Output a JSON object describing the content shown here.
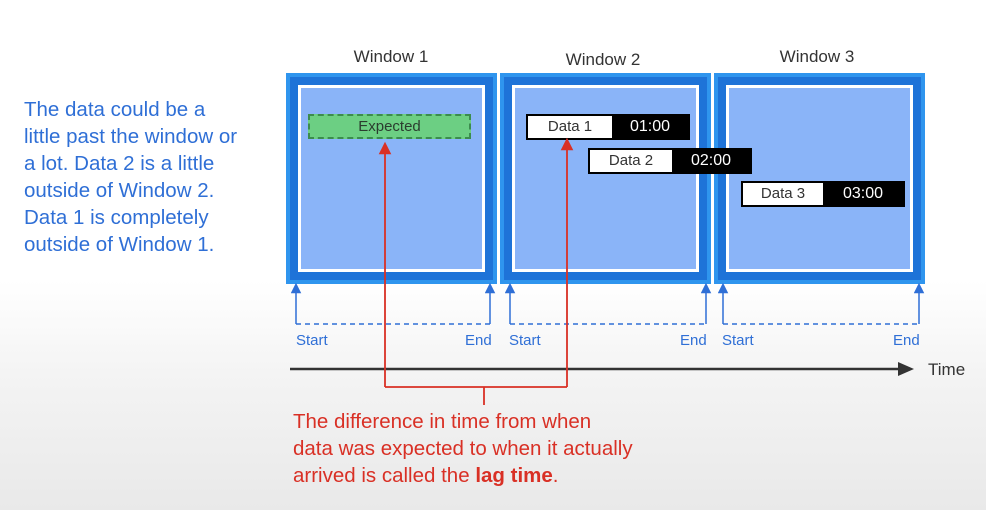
{
  "left_note": {
    "lines": [
      "The data could be a",
      "little past the window or",
      "a lot. Data 2 is a little",
      "outside of Window 2.",
      "Data 1 is completely",
      "outside of Window 1."
    ]
  },
  "windows": [
    {
      "title": "Window 1",
      "start_label": "Start",
      "end_label": "End"
    },
    {
      "title": "Window 2",
      "start_label": "Start",
      "end_label": "End"
    },
    {
      "title": "Window 3",
      "start_label": "Start",
      "end_label": "End"
    }
  ],
  "expected_label": "Expected",
  "data_items": [
    {
      "label": "Data 1",
      "time": "01:00"
    },
    {
      "label": "Data 2",
      "time": "02:00"
    },
    {
      "label": "Data 3",
      "time": "03:00"
    }
  ],
  "time_axis_label": "Time",
  "caption": {
    "line1": "The difference in time from when",
    "line2": "data was expected to when it actually",
    "line3_prefix": "arrived is called the ",
    "line3_bold": "lag time",
    "line3_suffix": "."
  },
  "colors": {
    "window_frame": "#1e73d8",
    "window_fill": "#8ab4f8",
    "text_blue": "#2f6fd6",
    "caption_red": "#d93025",
    "expected_green": "#6ccf83"
  }
}
